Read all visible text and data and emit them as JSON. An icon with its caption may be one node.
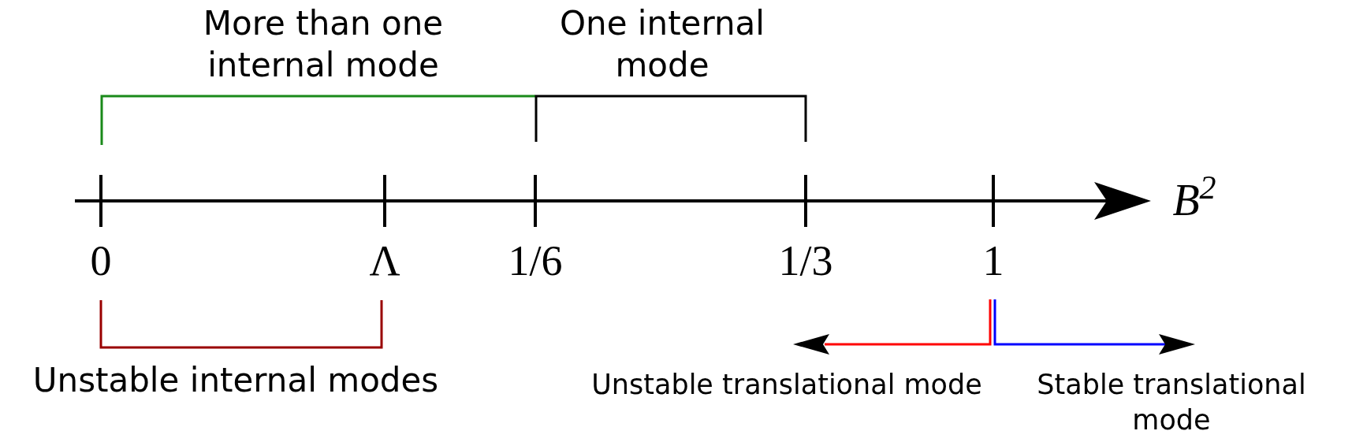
{
  "diagram": {
    "labels": [
      "More than one internal mode",
      "One internal mode",
      "0",
      "Λ",
      "1/6",
      "1/3",
      "1",
      "B$^{2}$",
      "Unstable internal modes",
      "Unstable translational mode",
      "Stable translational mode"
    ]
  }
}
